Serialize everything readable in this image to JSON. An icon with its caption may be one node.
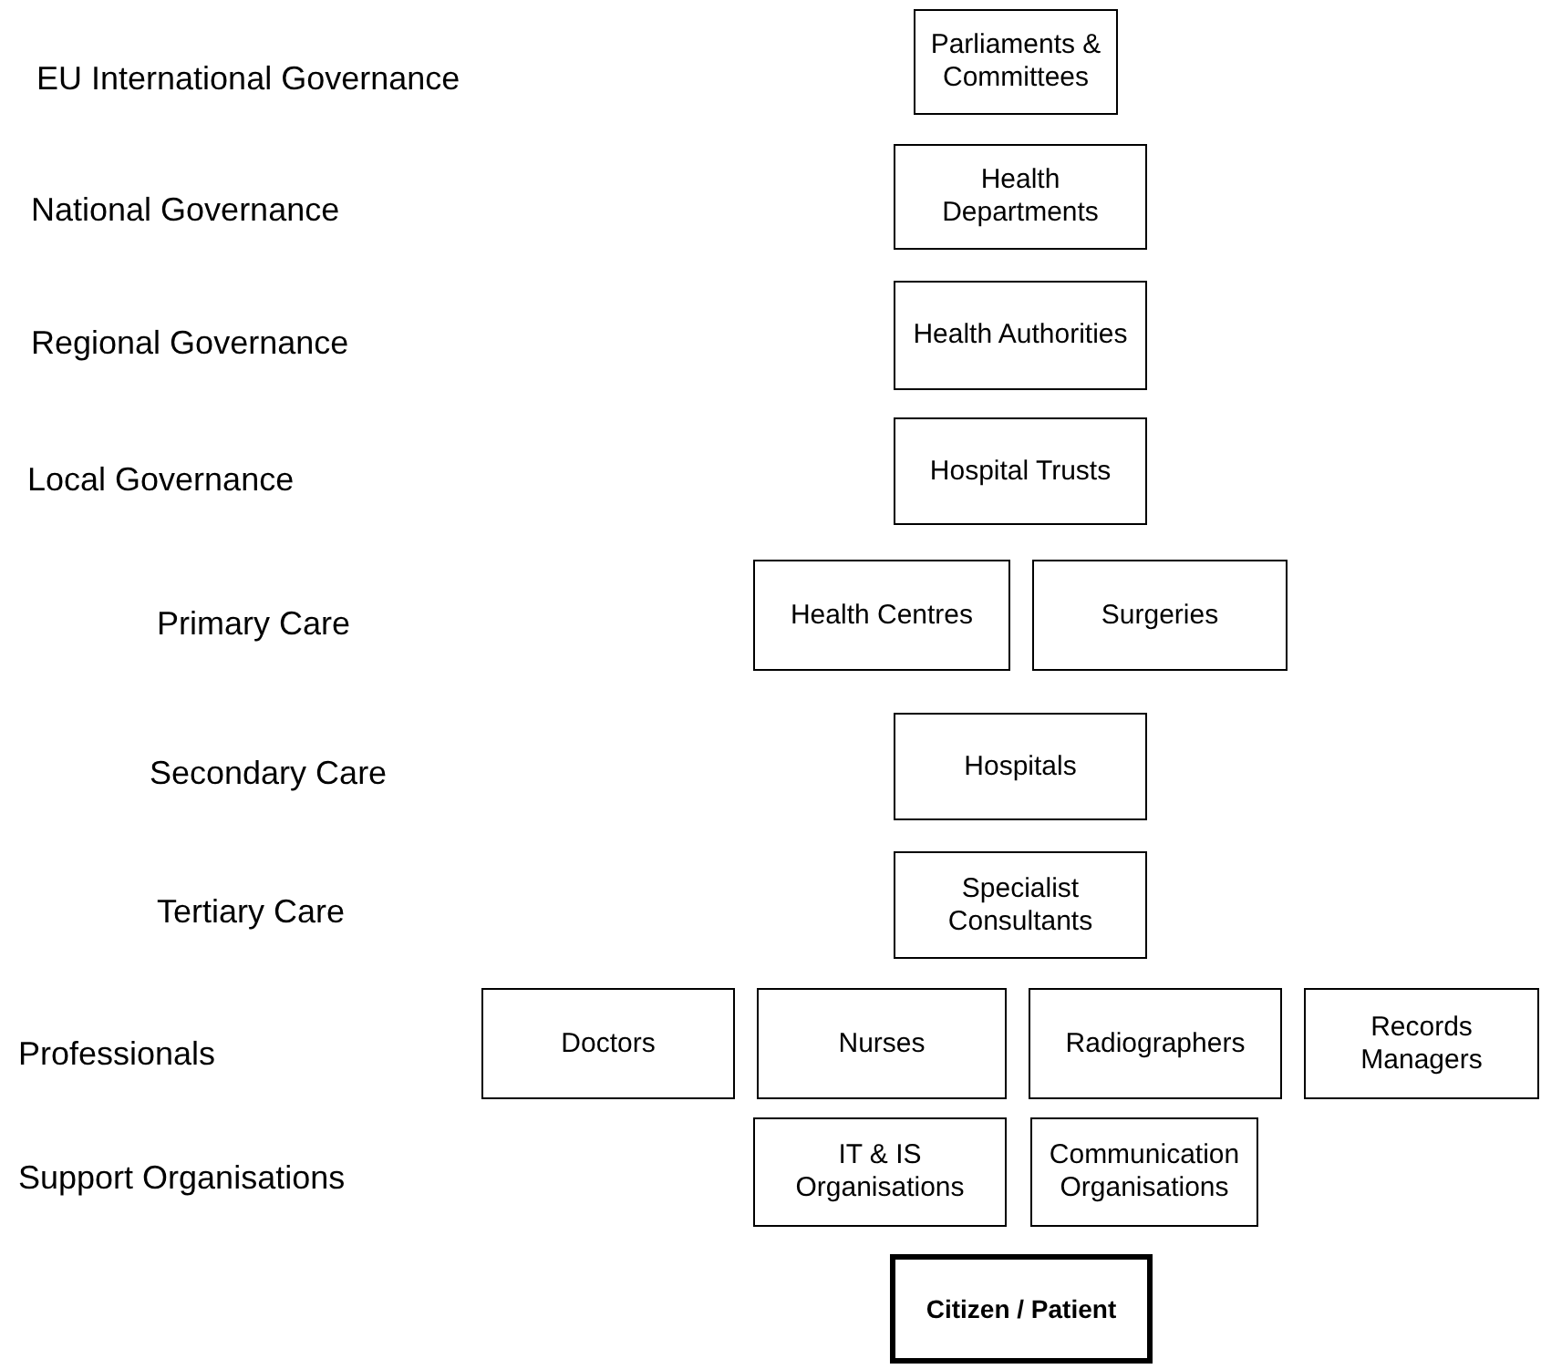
{
  "diagram": {
    "nodes": [
      {
        "text": [
          "Parliaments & Committees"
        ]
      },
      {
        "text": [
          "Health Departments"
        ]
      },
      {
        "text": [
          "Health Authorities"
        ]
      },
      {
        "text": [
          "Hospital Trusts"
        ]
      },
      {
        "text": [
          "Health Centres"
        ]
      },
      {
        "text": [
          "Surgeries"
        ]
      },
      {
        "text": [
          "Hospitals"
        ]
      },
      {
        "text": [
          "Specialist Consultants"
        ]
      },
      {
        "text": [
          "Doctors"
        ]
      },
      {
        "text": [
          "Nurses"
        ]
      },
      {
        "text": [
          "Radiographers"
        ]
      },
      {
        "text": [
          "Records Managers"
        ]
      },
      {
        "text": [
          "IT & IS Organisations"
        ]
      },
      {
        "text": [
          "Communication Organisations"
        ]
      },
      {
        "text": [
          "Citizen / Patient"
        ]
      }
    ],
    "labels": [
      "EU International Governance",
      "National Governance",
      "Regional Governance",
      "Local Governance",
      "Primary Care",
      "Secondary Care",
      "Tertiary Care",
      "Professionals",
      "Support Organisations"
    ]
  }
}
